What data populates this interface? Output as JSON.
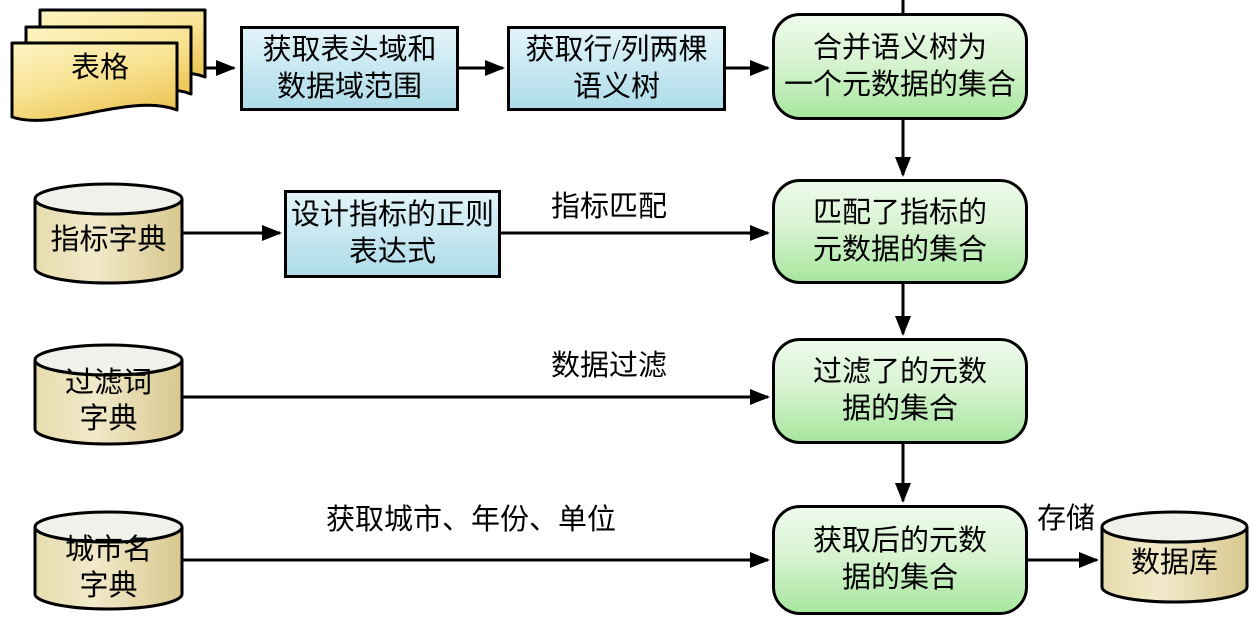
{
  "diagram": {
    "nodes": {
      "tables": {
        "label": "表格"
      },
      "get_range": {
        "lines": [
          "获取表头域和",
          "数据域范围"
        ]
      },
      "get_trees": {
        "lines": [
          "获取行/列两棵",
          "语义树"
        ]
      },
      "merge_set": {
        "lines": [
          "合并语义树为",
          "一个元数据的集合"
        ]
      },
      "indicator_dict": {
        "label": "指标字典"
      },
      "design_regex": {
        "lines": [
          "设计指标的正则",
          "表达式"
        ]
      },
      "matched_set": {
        "lines": [
          "匹配了指标的",
          "元数据的集合"
        ]
      },
      "filter_dict": {
        "lines": [
          "过滤词",
          "字典"
        ]
      },
      "filtered_set": {
        "lines": [
          "过滤了的元数",
          "据的集合"
        ]
      },
      "city_dict": {
        "lines": [
          "城市名",
          "字典"
        ]
      },
      "extracted_set": {
        "lines": [
          "获取后的元数",
          "据的集合"
        ]
      },
      "database": {
        "label": "数据库"
      }
    },
    "edge_labels": {
      "indicator_match": "指标匹配",
      "data_filter": "数据过滤",
      "get_city_year_unit": "获取城市、年份、单位",
      "store": "存储"
    },
    "colors": {
      "process_fill_top": "#e2f3f9",
      "process_fill_bottom": "#aedce9",
      "state_fill_top": "#eefbec",
      "state_fill_bottom": "#a8e79f",
      "datastore_body": "#e8dcab",
      "datastore_top": "#f1f1ec",
      "document_fill": "#f7df8e",
      "outline": "#000000",
      "text": "#000000",
      "background": "#ffffff"
    }
  }
}
